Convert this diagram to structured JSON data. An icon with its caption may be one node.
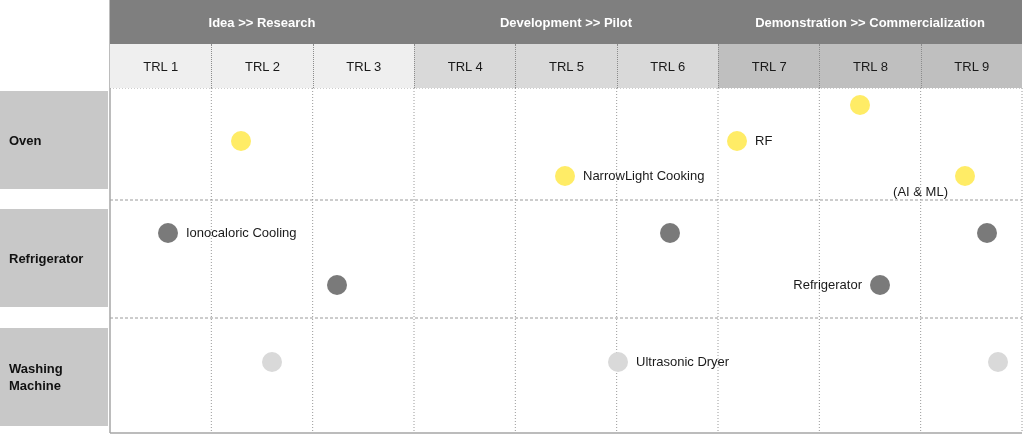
{
  "diagram": {
    "nodes": [
      {
        "text": [
          "Idea >> Research"
        ]
      },
      {
        "text": [
          "Development >> Pilot"
        ]
      },
      {
        "text": [
          "Demonstration >> Commercialization"
        ]
      },
      {
        "text": [
          "TRL 1"
        ]
      },
      {
        "text": [
          "TRL 2"
        ]
      },
      {
        "text": [
          "TRL 3"
        ]
      },
      {
        "text": [
          "TRL 4"
        ]
      },
      {
        "text": [
          "TRL 5"
        ]
      },
      {
        "text": [
          "TRL 6"
        ]
      },
      {
        "text": [
          "TRL 7"
        ]
      },
      {
        "text": [
          "TRL 8"
        ]
      },
      {
        "text": [
          "TRL 9"
        ]
      },
      {
        "text": [
          "Oven"
        ]
      },
      {
        "text": [
          "Refrigerator"
        ]
      },
      {
        "text": [
          "Washing Machine"
        ]
      },
      {
        "text": [],
        "shape": "circle"
      },
      {
        "text": [],
        "shape": "circle",
        "beside": [
          "NarrowLight Cooking"
        ]
      },
      {
        "text": [],
        "shape": "circle",
        "beside": [
          "RF"
        ]
      },
      {
        "text": [],
        "shape": "circle"
      },
      {
        "text": [],
        "shape": "circle",
        "beside": [
          "(AI & ML)"
        ]
      },
      {
        "text": [],
        "shape": "circle",
        "beside": [
          "Ionocaloric Cooling"
        ]
      },
      {
        "text": [],
        "shape": "circle"
      },
      {
        "text": [],
        "shape": "circle"
      },
      {
        "text": [],
        "shape": "circle",
        "beside": [
          "Refrigerator"
        ]
      },
      {
        "text": [],
        "shape": "circle"
      },
      {
        "text": [],
        "shape": "circle"
      },
      {
        "text": [],
        "shape": "circle",
        "beside": [
          "Ultrasonic Dryer"
        ]
      },
      {
        "text": [],
        "shape": "circle"
      }
    ]
  }
}
